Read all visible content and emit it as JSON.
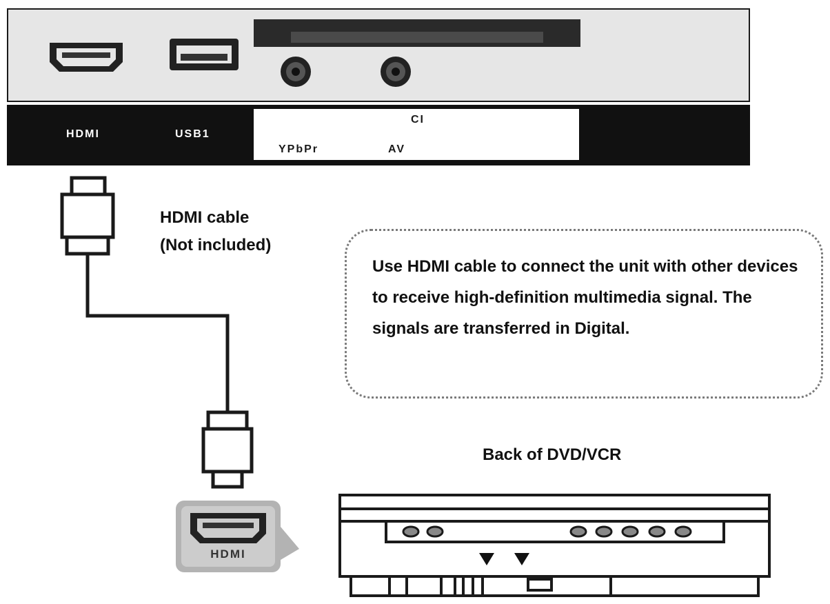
{
  "tv_panel": {
    "port_labels": {
      "hdmi": "HDMI",
      "usb": "USB1",
      "ci": "CI",
      "ypbpr": "YPbPr",
      "av": "AV"
    }
  },
  "cable": {
    "line1": "HDMI cable",
    "line2": "(Not included)"
  },
  "note": {
    "text": "Use HDMI cable to connect the unit with other devices to receive high-definition multimedia signal. The signals are transferred in Digital."
  },
  "device": {
    "title": "Back of DVD/VCR",
    "port_label": "HDMI"
  },
  "colors": {
    "panel": "#e6e6e6",
    "strip": "#111111",
    "line": "#1a1a1a",
    "callout": "#b3b3b3"
  }
}
